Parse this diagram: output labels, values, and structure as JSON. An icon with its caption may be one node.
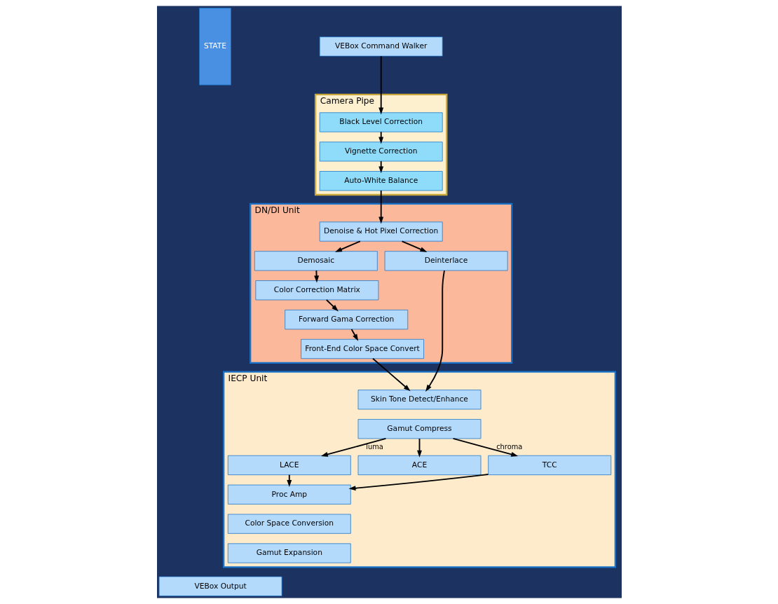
{
  "diagram": {
    "nodes": [
      {
        "text": [
          "Camera Pipe"
        ]
      },
      {
        "text": [
          "DN/DI Unit"
        ]
      },
      {
        "text": [
          "IECP Unit"
        ]
      },
      {
        "text": [
          "STATE"
        ]
      },
      {
        "text": [
          "VEBox Command Walker"
        ]
      },
      {
        "text": [
          "Black Level Correction"
        ],
        "in": 0
      },
      {
        "text": [
          "Vignette Correction"
        ],
        "in": 0
      },
      {
        "text": [
          "Auto-White Balance"
        ],
        "in": 0
      },
      {
        "text": [
          "Denoise & Hot Pixel Correction"
        ],
        "in": 1
      },
      {
        "text": [
          "Deinterlace"
        ],
        "in": 1
      },
      {
        "text": [
          "Demosaic"
        ],
        "in": 1
      },
      {
        "text": [
          "Color Correction Matrix"
        ],
        "in": 1
      },
      {
        "text": [
          "Forward Gama Correction"
        ],
        "in": 1
      },
      {
        "text": [
          "Front-End Color Space Convert"
        ],
        "in": 1
      },
      {
        "text": [
          "Skin Tone Detect/Enhance"
        ],
        "in": 2
      },
      {
        "text": [
          "Gamut Compress"
        ],
        "in": 2
      },
      {
        "text": [
          "LACE"
        ],
        "in": 2
      },
      {
        "text": [
          "ACE"
        ],
        "in": 2
      },
      {
        "text": [
          "TCC"
        ],
        "in": 2
      },
      {
        "text": [
          "Proc Amp"
        ],
        "in": 2
      },
      {
        "text": [
          "Color Space Conversion"
        ],
        "in": 2
      },
      {
        "text": [
          "Gamut Expansion"
        ],
        "in": 2
      },
      {
        "text": [
          "VEBox Output"
        ]
      }
    ],
    "edges": [
      {
        "from": 4,
        "to": 5,
        "arrow": "to"
      },
      {
        "from": 5,
        "to": 6,
        "arrow": "to"
      },
      {
        "from": 6,
        "to": 7,
        "arrow": "to"
      },
      {
        "from": 7,
        "to": 8,
        "arrow": "to"
      },
      {
        "from": 8,
        "to": 9,
        "arrow": "to"
      },
      {
        "from": 8,
        "to": 10,
        "arrow": "to"
      },
      {
        "from": 10,
        "to": 11,
        "arrow": "to"
      },
      {
        "from": 11,
        "to": 12,
        "arrow": "to"
      },
      {
        "from": 12,
        "to": 13,
        "arrow": "to"
      },
      {
        "from": 9,
        "to": 14,
        "arrow": "to"
      },
      {
        "from": 13,
        "to": 14,
        "arrow": "to"
      },
      {
        "from": 15,
        "to": 16,
        "arrow": "to",
        "label": "luma"
      },
      {
        "from": 15,
        "to": 17,
        "arrow": "to"
      },
      {
        "from": 15,
        "to": 18,
        "arrow": "to",
        "label": "chroma"
      },
      {
        "from": 16,
        "to": 19,
        "arrow": "to"
      },
      {
        "from": 18,
        "to": 19,
        "arrow": "to"
      }
    ]
  }
}
